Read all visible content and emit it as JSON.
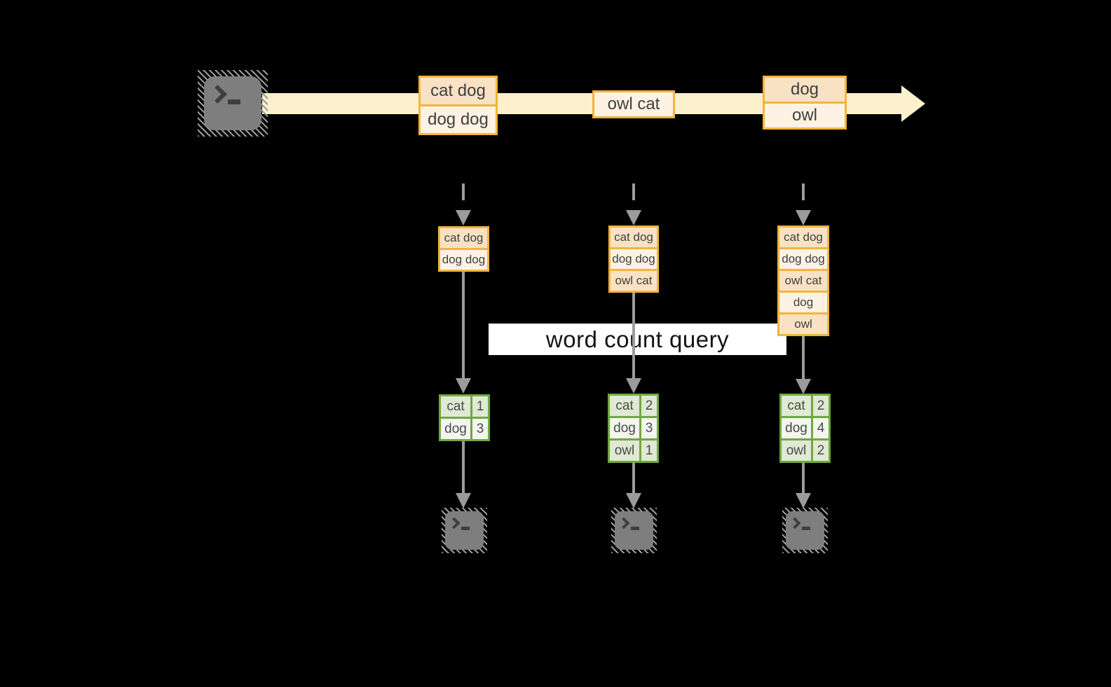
{
  "diagram": {
    "query_label": "word count query",
    "stream_events": [
      {
        "lines": [
          "cat dog",
          "dog dog"
        ]
      },
      {
        "lines": [
          "owl cat"
        ]
      },
      {
        "lines": [
          "dog",
          "owl"
        ]
      }
    ],
    "states": [
      {
        "lines": [
          "cat dog",
          "dog dog"
        ]
      },
      {
        "lines": [
          "cat dog",
          "dog dog",
          "owl cat"
        ]
      },
      {
        "lines": [
          "cat dog",
          "dog dog",
          "owl cat",
          "dog",
          "owl"
        ]
      }
    ],
    "count_tables": [
      {
        "rows": [
          {
            "word": "cat",
            "count": "1"
          },
          {
            "word": "dog",
            "count": "3"
          }
        ]
      },
      {
        "rows": [
          {
            "word": "cat",
            "count": "2"
          },
          {
            "word": "dog",
            "count": "3"
          },
          {
            "word": "owl",
            "count": "1"
          }
        ]
      },
      {
        "rows": [
          {
            "word": "cat",
            "count": "2"
          },
          {
            "word": "dog",
            "count": "4"
          },
          {
            "word": "owl",
            "count": "2"
          }
        ]
      }
    ],
    "icons": {
      "source": "terminal-icon",
      "sinks": [
        "terminal-icon",
        "terminal-icon",
        "terminal-icon"
      ]
    },
    "colors": {
      "background": "#000000",
      "stream_band": "#fcf0cd",
      "event_border": "#f2b43d",
      "event_fill_dark": "#f9e2c4",
      "event_fill_light": "#fdf2e3",
      "table_border": "#71a83f",
      "table_fill_dark": "#dfe9d3",
      "table_fill_light": "#f3f6ef",
      "arrow_gray": "#9b9b9b",
      "terminal_gray": "#7e7e7e",
      "label_bg": "#ffffff",
      "text": "#3f3f3f"
    }
  }
}
